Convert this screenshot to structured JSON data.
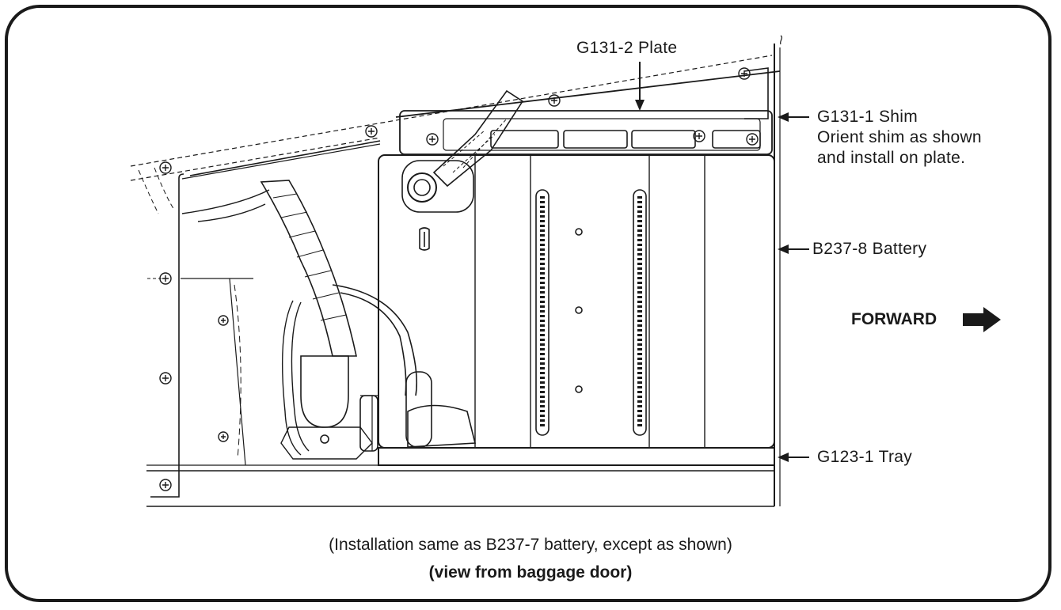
{
  "callouts": {
    "plate": "G131-2 Plate",
    "shim_line1": "G131-1 Shim",
    "shim_line2": "Orient shim as shown",
    "shim_line3": "and install on plate.",
    "battery": "B237-8 Battery",
    "tray": "G123-1 Tray"
  },
  "direction": {
    "label": "FORWARD",
    "icon": "right-arrow-icon"
  },
  "caption": {
    "line1": "(Installation same as  B237-7 battery, except as shown)",
    "line2": "(view from baggage door)"
  }
}
